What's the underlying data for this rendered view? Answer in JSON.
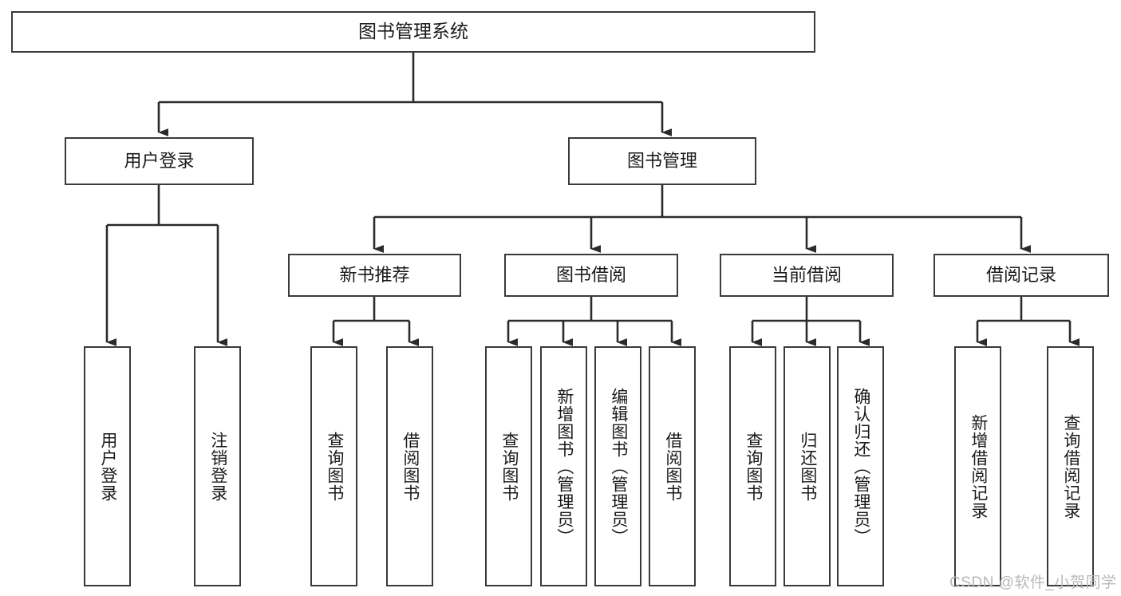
{
  "diagram": {
    "title": "图书管理系统",
    "type": "tree-hierarchy-diagram",
    "colors": {
      "box_border": "#3a3a3a",
      "box_fill": "#ffffff",
      "connector": "#2b2b2b",
      "text": "#1a1a1a",
      "watermark": "#b9b9b9",
      "background": "#ffffff"
    },
    "root": {
      "label": "图书管理系统"
    },
    "level2": [
      {
        "label": "用户登录"
      },
      {
        "label": "图书管理"
      }
    ],
    "level3": [
      {
        "label": "新书推荐"
      },
      {
        "label": "图书借阅"
      },
      {
        "label": "当前借阅"
      },
      {
        "label": "借阅记录"
      }
    ],
    "leaves": {
      "user_login": [
        {
          "label": "用户登录"
        },
        {
          "label": "注销登录"
        }
      ],
      "new_book_recommend": [
        {
          "label": "查询图书"
        },
        {
          "label": "借阅图书"
        }
      ],
      "book_borrow": [
        {
          "label": "查询图书"
        },
        {
          "label": "新增图书（管理员）"
        },
        {
          "label": "编辑图书（管理员）"
        },
        {
          "label": "借阅图书"
        }
      ],
      "current_borrow": [
        {
          "label": "查询图书"
        },
        {
          "label": "归还图书"
        },
        {
          "label": "确认归还（管理员）"
        }
      ],
      "borrow_record": [
        {
          "label": "新增借阅记录"
        },
        {
          "label": "查询借阅记录"
        }
      ]
    }
  },
  "watermark": {
    "text": "CSDN @软件_小贺同学"
  }
}
